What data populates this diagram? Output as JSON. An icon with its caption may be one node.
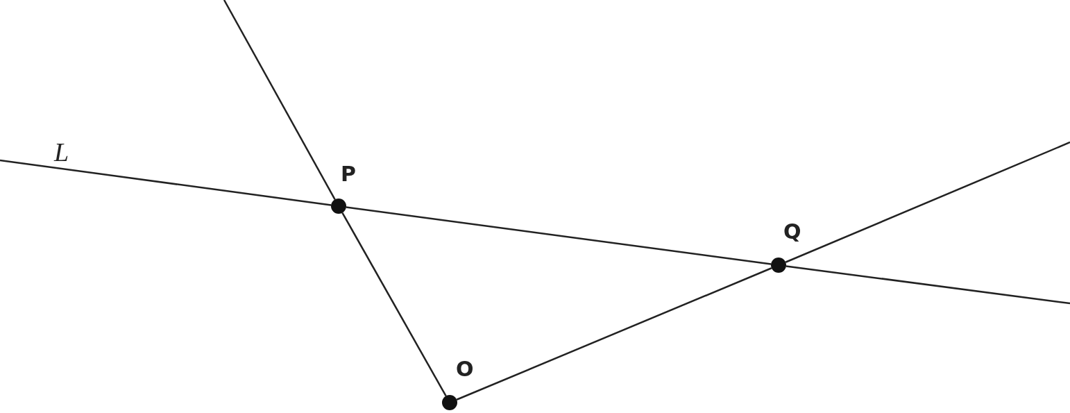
{
  "diagram": {
    "nodes": [
      {
        "text": [
          "P"
        ]
      },
      {
        "text": [
          "Q"
        ]
      },
      {
        "text": [
          "O"
        ]
      }
    ],
    "edges": [
      {
        "from": 0,
        "to": 1,
        "arrow": "none"
      },
      {
        "from": 2,
        "to": 0,
        "arrow": "none"
      },
      {
        "from": 2,
        "to": 1,
        "arrow": "none"
      },
      {
        "from": null,
        "to": 0,
        "arrow": "none"
      },
      {
        "from": 1,
        "to": null,
        "arrow": "none"
      },
      {
        "from": null,
        "to": 0,
        "arrow": "none"
      },
      {
        "from": 1,
        "to": null,
        "arrow": "none"
      }
    ],
    "labels": [
      "L"
    ]
  }
}
